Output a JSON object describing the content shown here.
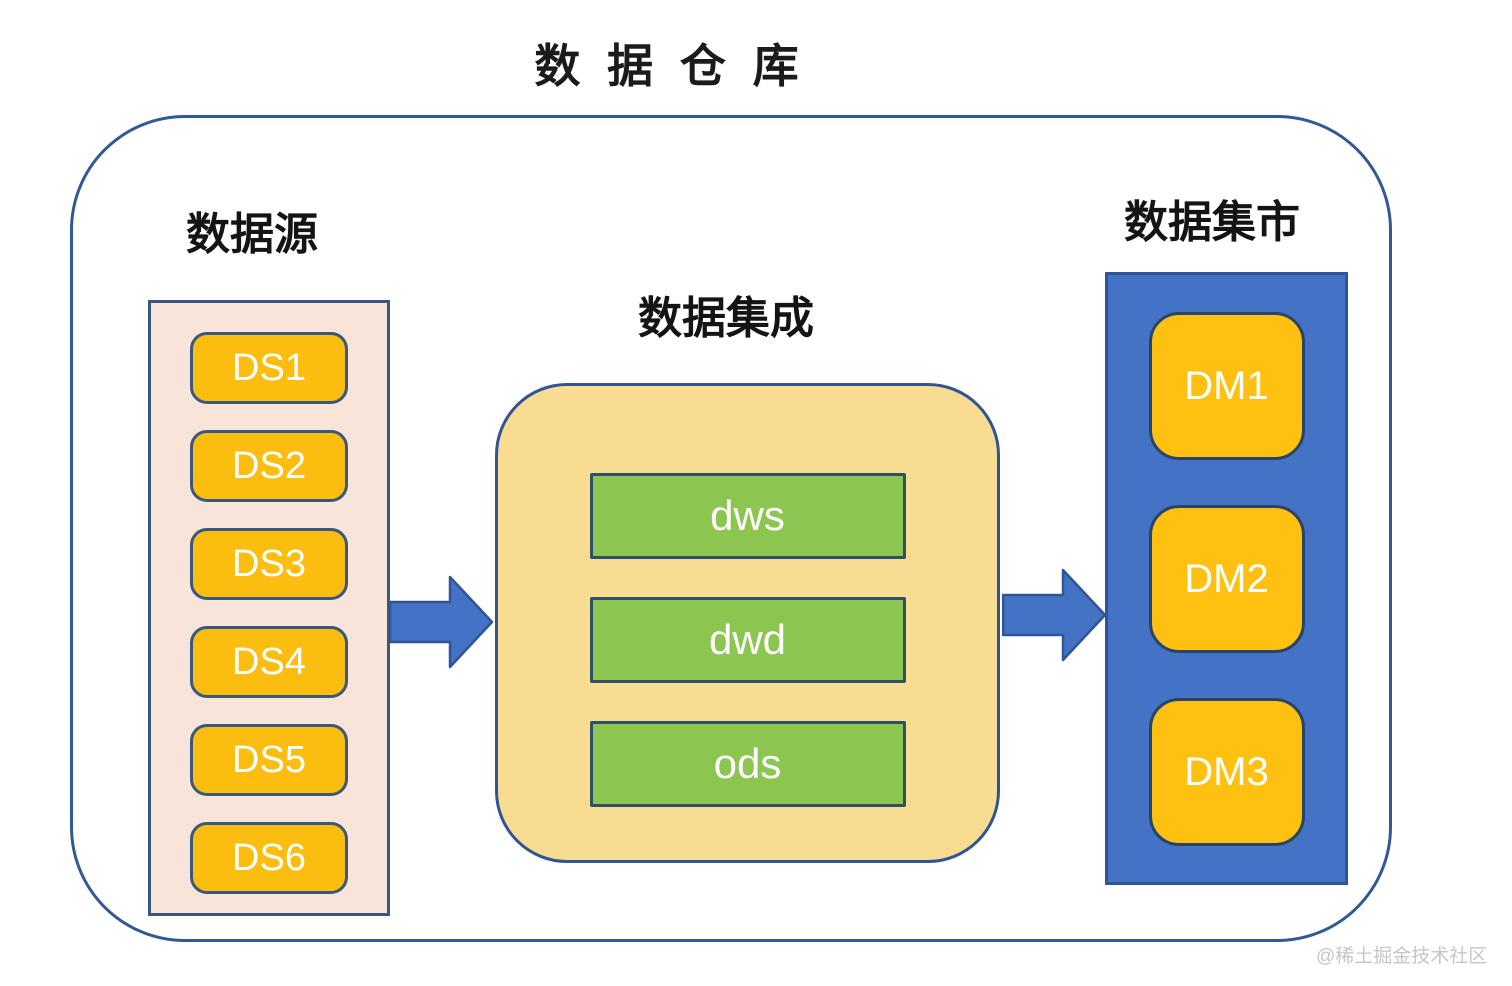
{
  "title": "数 据 仓 库",
  "sections": {
    "sources": {
      "label": "数据源",
      "items": [
        "DS1",
        "DS2",
        "DS3",
        "DS4",
        "DS5",
        "DS6"
      ]
    },
    "integration": {
      "label": "数据集成",
      "items": [
        "dws",
        "dwd",
        "ods"
      ]
    },
    "marts": {
      "label": "数据集市",
      "items": [
        "DM1",
        "DM2",
        "DM3"
      ]
    }
  },
  "watermark": "@稀土掘金技术社区",
  "colors": {
    "accent_blue": "#4472c4",
    "border_blue": "#2f5597",
    "gold": "#fbbd0f",
    "green": "#8cc550",
    "peach_panel": "#f9e4d9",
    "yellow_panel": "#f8dc91",
    "watermark_gray": "#c6c6c6"
  }
}
